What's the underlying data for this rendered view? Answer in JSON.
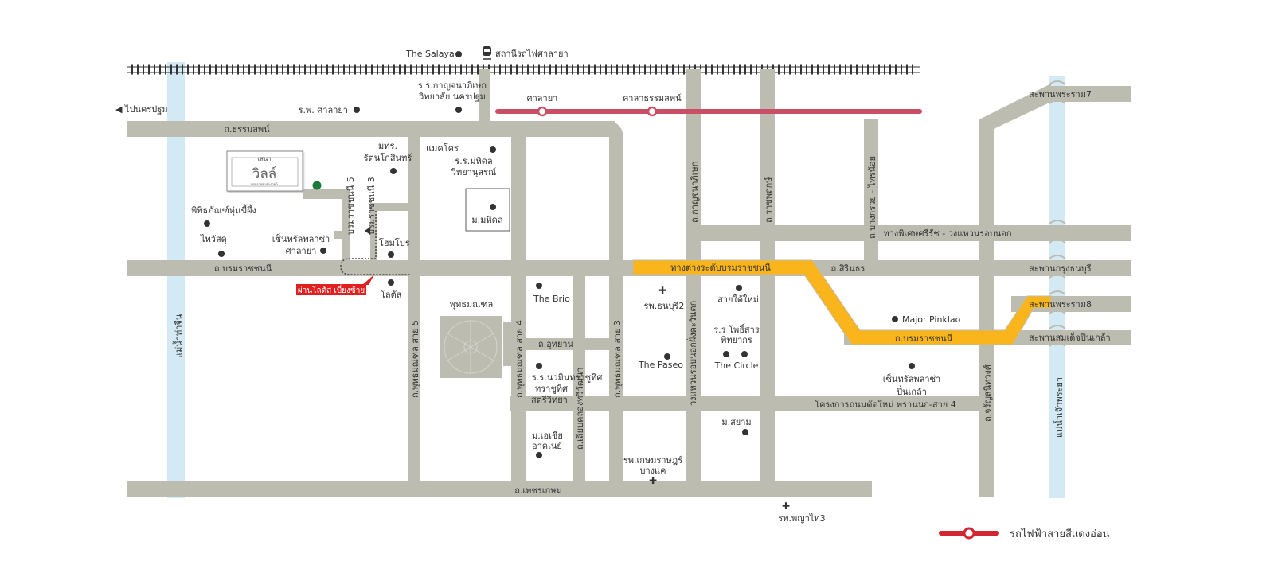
{
  "colors": {
    "road": "#bdbcb1",
    "river": "#d3eaf5",
    "expressway": "#f9b51b",
    "red_line": "#c94f66",
    "legend_line": "#d32630",
    "project": "#1e7a3a",
    "callout": "#e02020"
  },
  "top": {
    "the_salaya": "The Salaya",
    "station": "สถานีรถไฟศาลายา",
    "to_nakhon_pathom": "ไปนครปฐม"
  },
  "red_line_stations": [
    "ศาลายา",
    "ศาลาธรรมสพน์"
  ],
  "roads": {
    "thammasop": "ถ.ธรรมสพน์",
    "borommaratchachonnani_w": "ถ.บรมราชชนนี",
    "borommaratchachonnani_e": "ถ.บรมราชชนนี",
    "elevated": "ทางต่างระดับบรมราชชนนี",
    "sirindhorn": "ถ.สิรินธร",
    "expressway": "ทางพิเศษศรีรัช - วงแหวนรอบนอก",
    "phetkasem": "ถ.เพชรเกษม",
    "utthayan": "ถ.อุทยาน",
    "new_road": "โครงการถนนตัดใหม่ พรานนก-สาย 4",
    "phutthamonthon5": "ถ.พุทธมณฑล สาย 5",
    "phutthamonthon4": "ถ.พุทธมณฑล สาย 4",
    "phutthamonthon3": "ถ.พุทธมณฑล สาย 3",
    "thawiwatthana": "ถ.เลียบคลองทวีวัฒนา",
    "kanchanaphisek": "ถ.กาญจนาภิเษก",
    "ratchaphruek": "ถ.ราชพฤกษ์",
    "bang_kruai": "ถ.บางกรวย - ไทรน้อย",
    "charan": "ถ.จรัญสนิทวงศ์",
    "outer_ring": "วงแหวนรอบนอกฝั่งตะวันตก",
    "soi5": "บรมราชชนนี 5",
    "soi3": "บรมราชชนนี 3"
  },
  "rivers": {
    "tha_chin": "แม่น้ำท่าจีน",
    "chao_phraya": "แม่น้ำเจ้าพระยา"
  },
  "bridges": [
    "สะพานพระราม7",
    "สะพานกรุงธนบุรี",
    "สะพานพระราม8",
    "สะพานสมเด็จปิ่นเกล้า"
  ],
  "project": {
    "logo_top": "เสนา",
    "logo_main": "วิลล์",
    "logo_sub": "บรมราชชนนี-สาย5",
    "callout": "ผ่านโลตัส เบี่ยงซ้าย"
  },
  "poi": {
    "school_kanchana_1": "ร.ร.กาญจนาภิเษก",
    "school_kanchana_2": "วิทยาลัย นครปฐม",
    "hospital_salaya": "ร.พ. ศาลายา",
    "mahidol_1": "มทร.",
    "mahidol_2": "รัตนโกสินทร์",
    "makro": "แมคโคร",
    "mahidol_school_1": "ร.ร.มหิดล",
    "mahidol_school_2": "วิทยานุสรณ์",
    "mahidol_univ": "ม.มหิดล",
    "museum": "พิพิธภัณฑ์หุ่นขี้ผึ้ง",
    "thai_watsadu": "ไทวัสดุ",
    "central_salaya_1": "เซ็นทรัลพลาซ่า",
    "central_salaya_2": "ศาลายา",
    "homepro": "โฮมโปร",
    "lotus": "โลตัส",
    "phutthamonthon": "พุทธมณฑล",
    "the_brio": "The Brio",
    "navamin_1": "ร.ร.นวมินทราชูทิศ",
    "navamin_2": "ทราชูทิศ",
    "navamin_3": "สตรีวิทยา",
    "asia_1": "ม.เอเชีย",
    "asia_2": "อาคเนย์",
    "thonburi2": "รพ.ธนบุรี2",
    "the_paseo": "The Paseo",
    "sai_tai_mai": "สายใต้ใหม่",
    "phothisarn_1": "ร.ร โพธิ์สาร",
    "phothisarn_2": "พิทยากร",
    "the_circle": "The Circle",
    "kasemrad_1": "รพ.เกษมราษฎร์",
    "kasemrad_2": "บางแค",
    "siam_u": "ม.สยาม",
    "phyathai3": "รพ.พญาไท3",
    "major": "Major Pinklao",
    "central_pinklao_1": "เซ็นทรัลพลาซ่า",
    "central_pinklao_2": "ปิ่นเกล้า"
  },
  "legend": {
    "red_line": "รถไฟฟ้าสายสีแดงอ่อน"
  }
}
